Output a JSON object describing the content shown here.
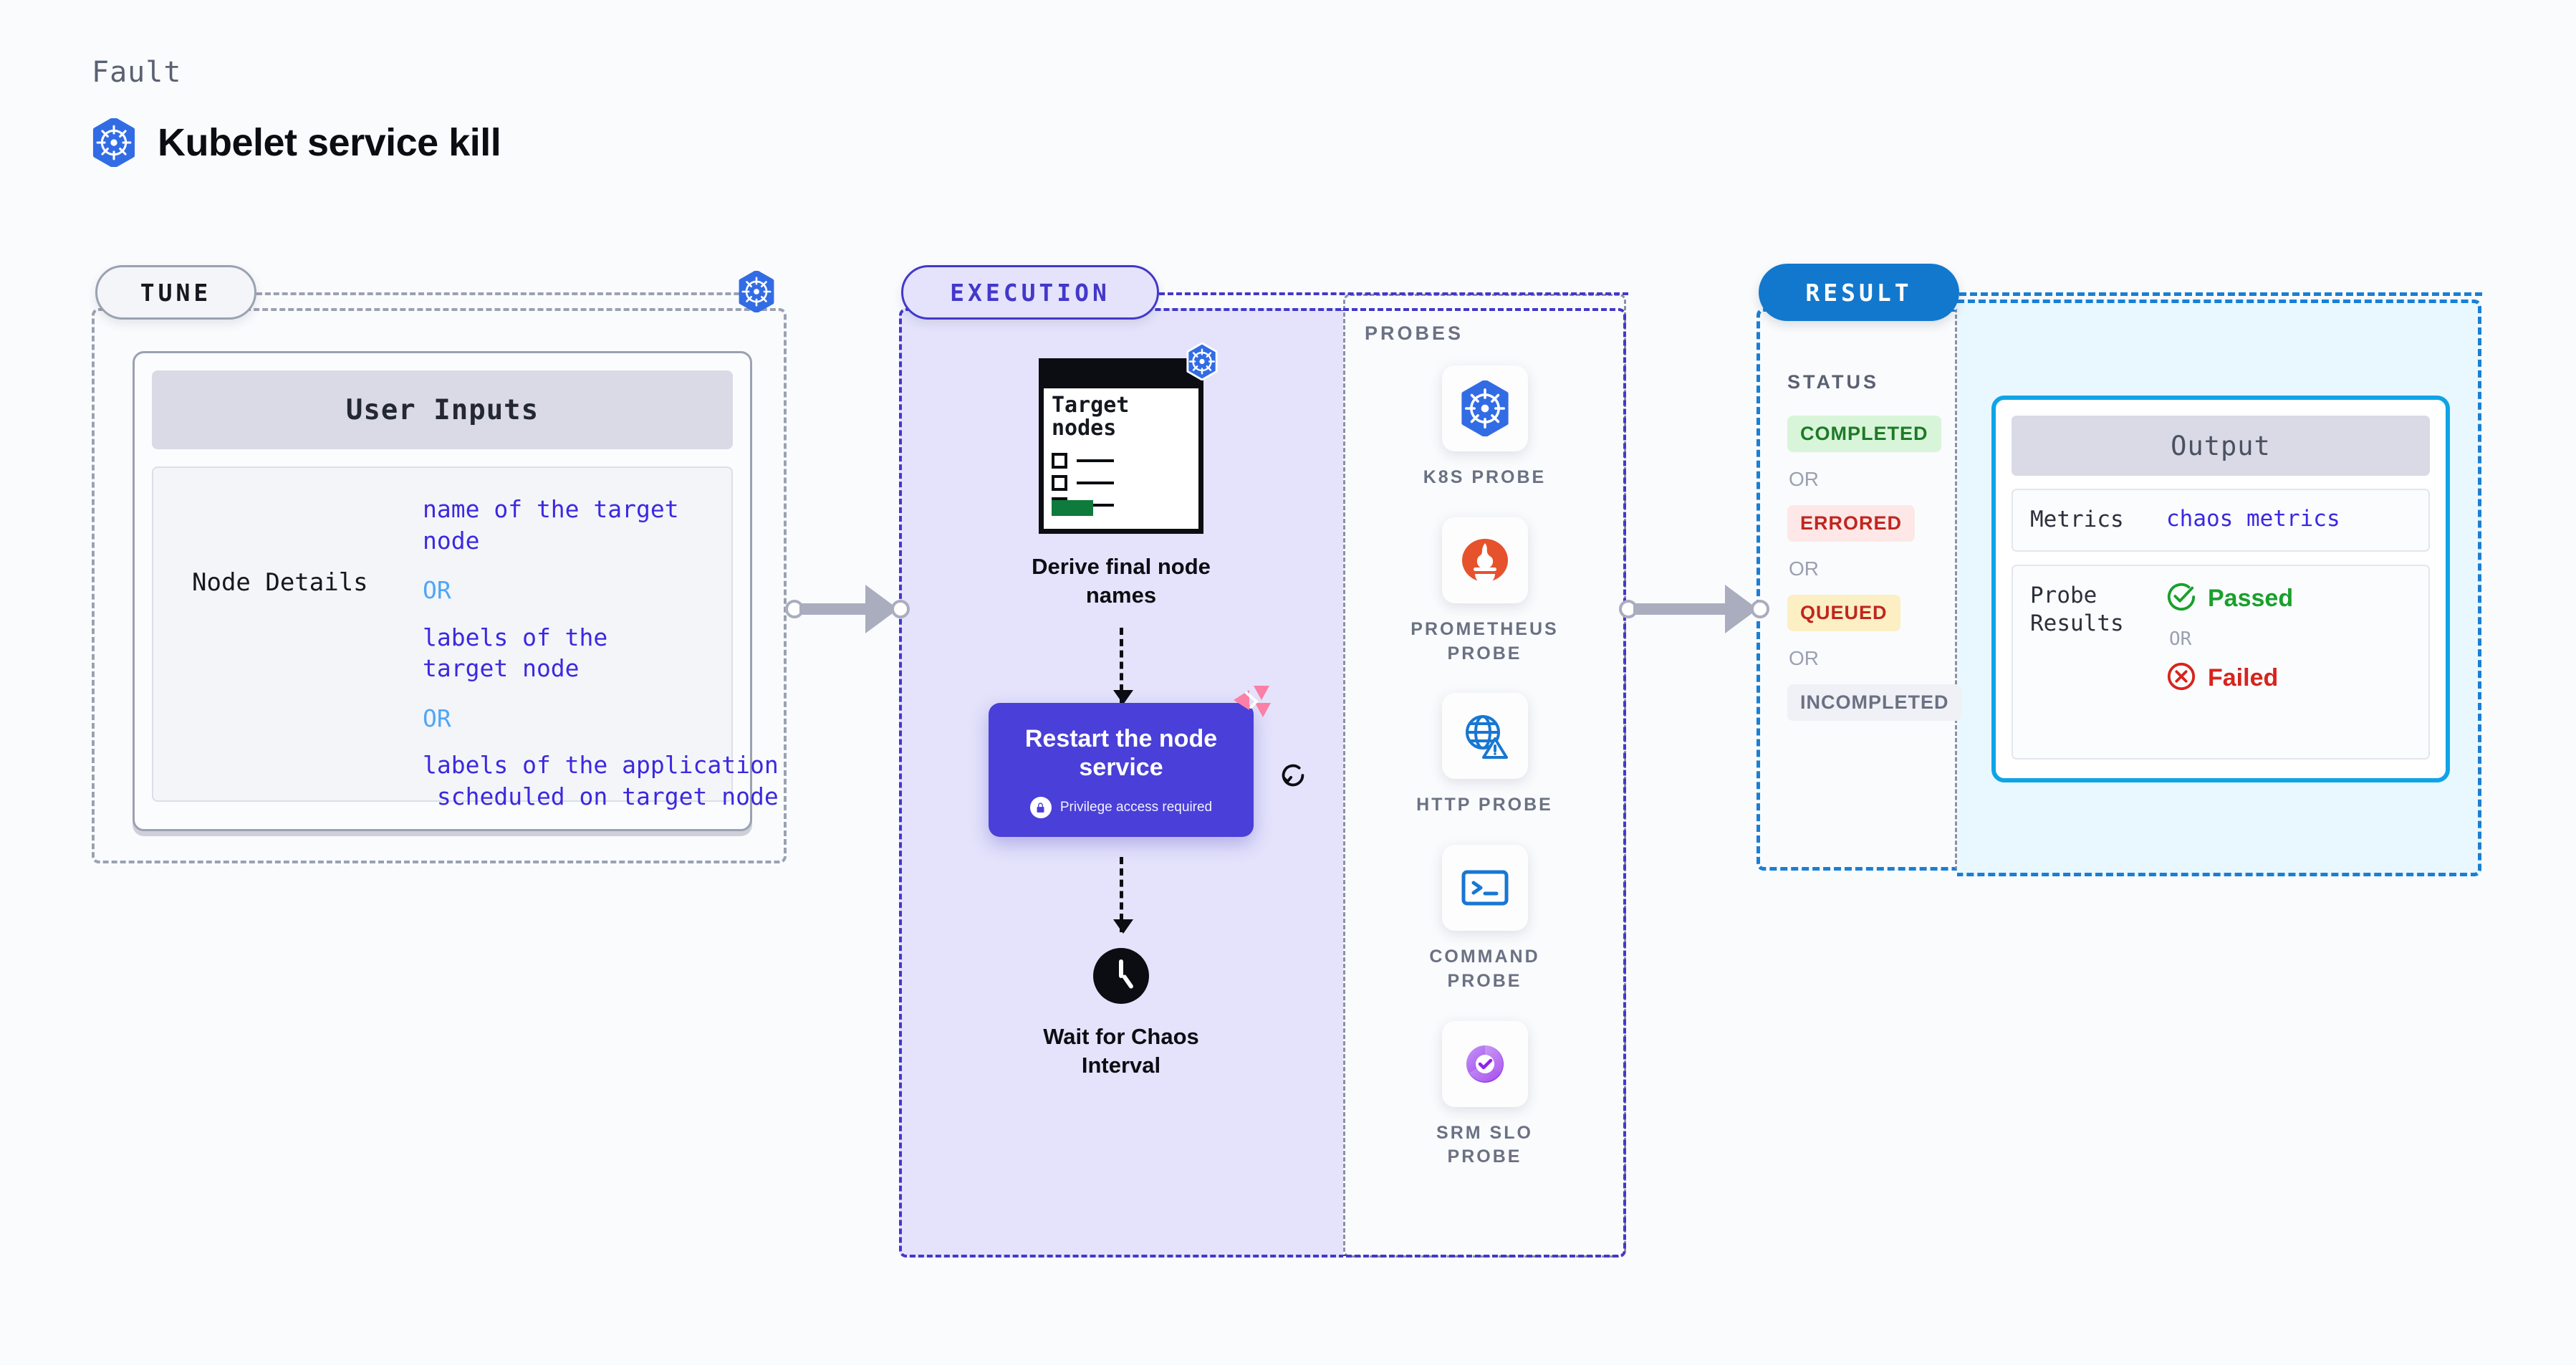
{
  "header": {
    "eyebrow": "Fault",
    "title": "Kubelet service kill",
    "logo_icon": "kubernetes-icon"
  },
  "stages": {
    "tune": {
      "label": "TUNE",
      "badge_icon": "kubernetes-icon",
      "card": {
        "title": "User Inputs",
        "rows": [
          {
            "key": "Node Details",
            "values": [
              "name of the target\nnode",
              "labels of the\ntarget node",
              "labels of the application\n scheduled on target node"
            ],
            "separator": "OR"
          }
        ]
      }
    },
    "execution": {
      "label": "EXECUTION",
      "steps": [
        {
          "id": "derive-final-node-names",
          "doc_title": "Target\nnodes",
          "caption": "Derive final node\nnames",
          "badge_icon": "kubernetes-icon"
        },
        {
          "id": "restart-the-node-service",
          "title": "Restart the node\nservice",
          "note": "Privilege access required",
          "note_icon": "lock-icon",
          "corner_icon": "litmus-icon",
          "side_icon": "retry-icon"
        },
        {
          "id": "wait-for-chaos-interval",
          "icon": "clock-icon",
          "caption": "Wait for Chaos\nInterval"
        }
      ]
    },
    "probes": {
      "label": "PROBES",
      "items": [
        {
          "name": "K8S  PROBE",
          "icon": "kubernetes-icon"
        },
        {
          "name": "PROMETHEUS\nPROBE",
          "icon": "prometheus-icon"
        },
        {
          "name": "HTTP  PROBE",
          "icon": "globe-warning-icon"
        },
        {
          "name": "COMMAND\nPROBE",
          "icon": "terminal-icon"
        },
        {
          "name": "SRM  SLO\nPROBE",
          "icon": "srm-slo-icon"
        }
      ]
    },
    "result": {
      "label": "RESULT",
      "status_label": "STATUS",
      "separator": "OR",
      "statuses": [
        {
          "text": "COMPLETED",
          "style": "b-completed"
        },
        {
          "text": "ERRORED",
          "style": "b-errored"
        },
        {
          "text": "QUEUED",
          "style": "b-queued"
        },
        {
          "text": "INCOMPLETED",
          "style": "b-incompleted"
        }
      ]
    },
    "output": {
      "title": "Output",
      "rows": [
        {
          "key": "Metrics",
          "value": "chaos metrics"
        },
        {
          "key": "Probe\nResults",
          "passed": "Passed",
          "failed": "Failed",
          "separator": "OR"
        }
      ]
    }
  },
  "colors": {
    "tune_accent": "#9aa1b0",
    "execution_accent": "#4338ca",
    "result_accent": "#1a7fd4",
    "output_border": "#0fa4e6",
    "kubernetes_blue": "#326ce5",
    "restart_box": "#4a3fd8",
    "litmus_pink": "#fb7fa6",
    "passed_green": "#19a02c",
    "failed_red": "#d7241c",
    "value_blue": "#3b29e0",
    "or_blue": "#4fa6f7"
  }
}
